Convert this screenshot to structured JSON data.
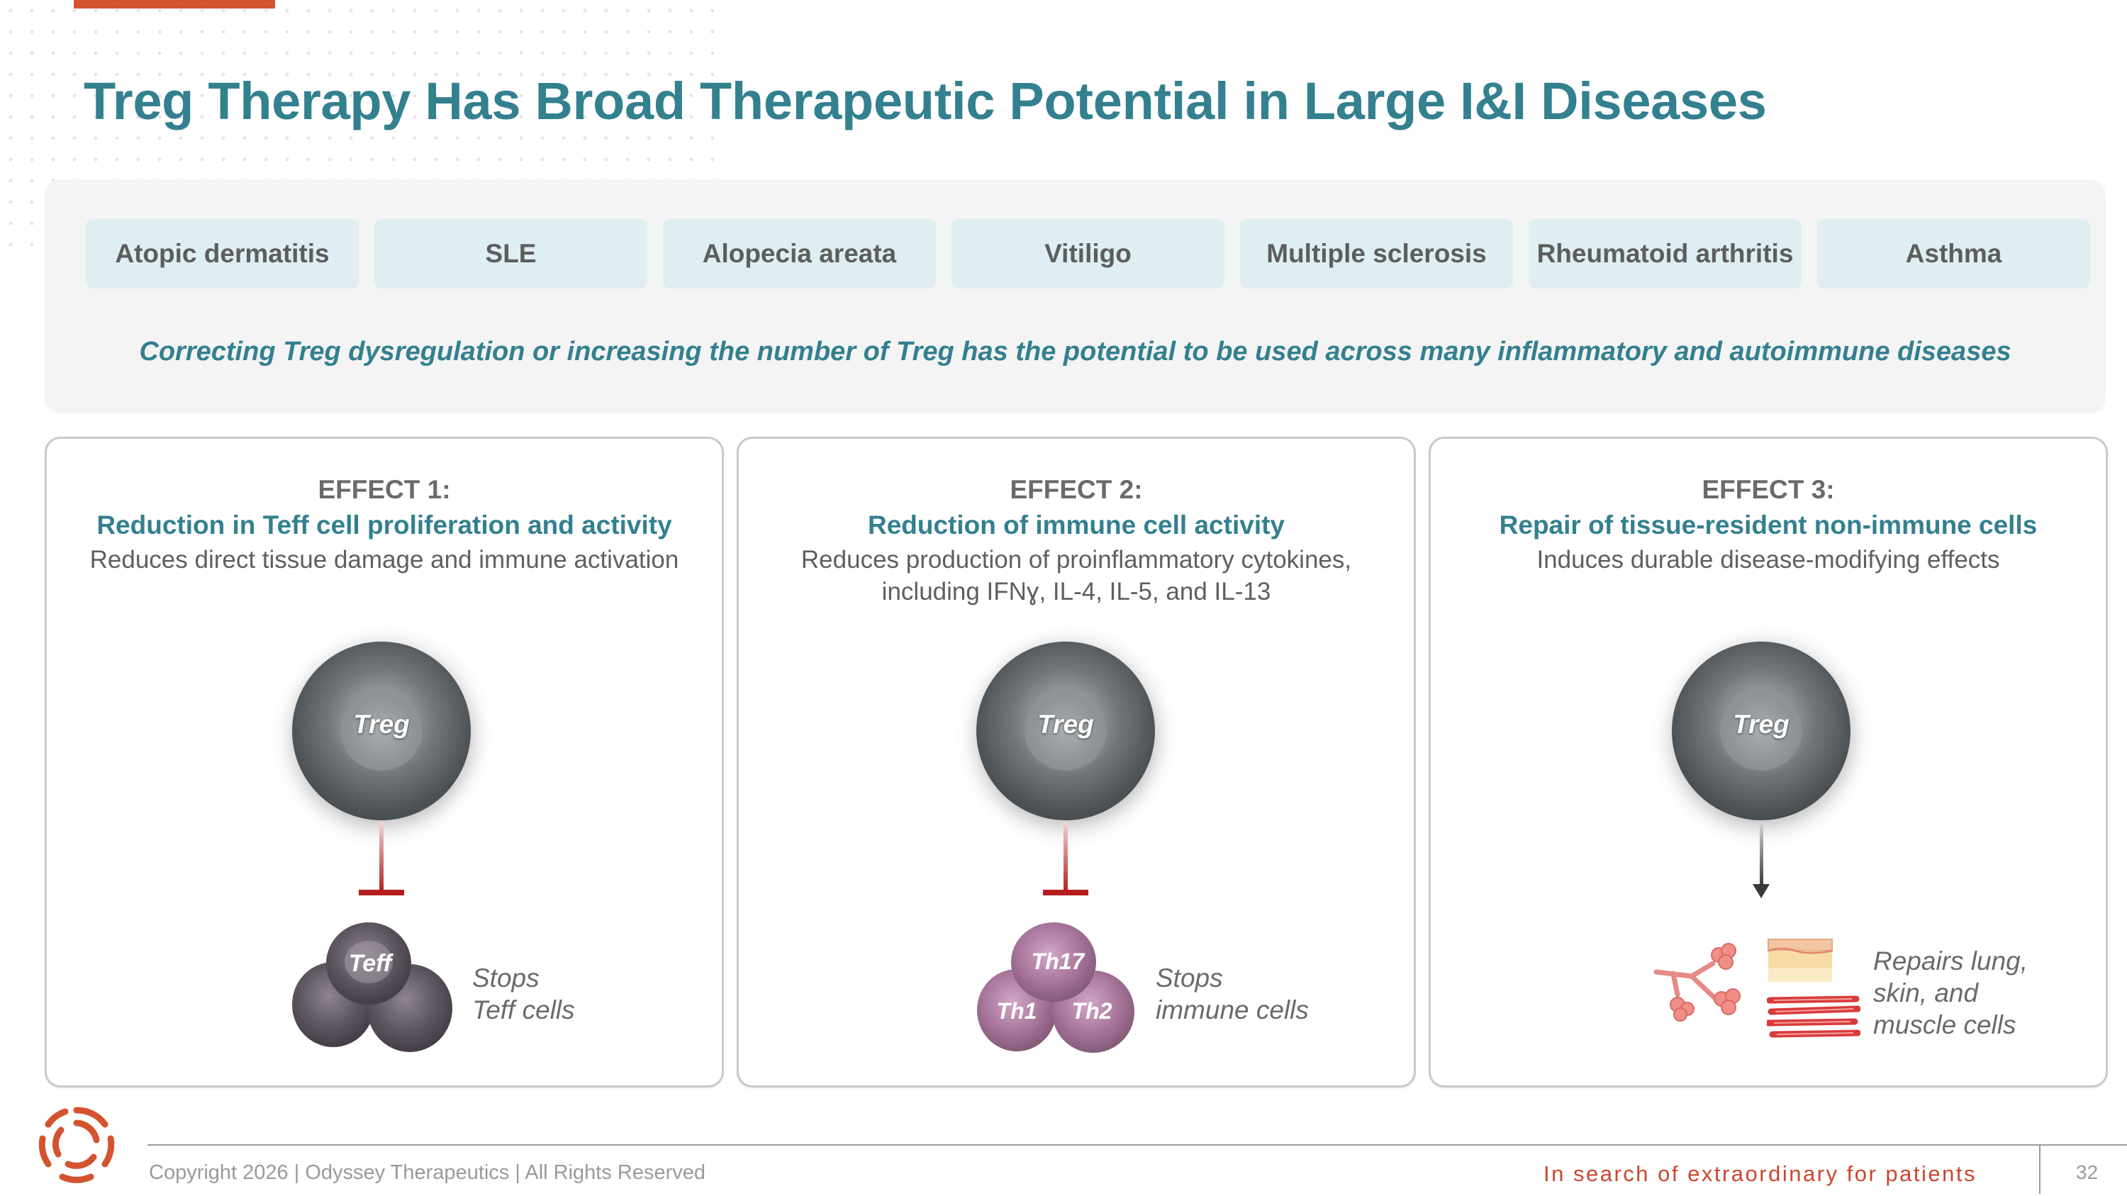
{
  "title": "Treg Therapy Has Broad Therapeutic Potential in Large I&I Diseases",
  "diseases": [
    "Atopic dermatitis",
    "SLE",
    "Alopecia areata",
    "Vitiligo",
    "Multiple sclerosis",
    "Rheumatoid arthritis",
    "Asthma"
  ],
  "tagline": "Correcting Treg dysregulation or increasing the number of Treg has the potential to be used across many inflammatory and autoimmune diseases",
  "effects": [
    {
      "number": "EFFECT 1:",
      "title": "Reduction in Teff cell proliferation and activity",
      "desc_lines": [
        "Reduces direct tissue damage and immune activation"
      ],
      "cell_label": "Treg",
      "target_labels": [
        "Teff"
      ],
      "outcome_lines": [
        "Stops",
        "Teff cells"
      ]
    },
    {
      "number": "EFFECT 2:",
      "title": "Reduction of immune cell activity",
      "desc_lines": [
        "Reduces production of proinflammatory cytokines,",
        "including IFNɣ, IL-4, IL-5, and IL-13"
      ],
      "cell_label": "Treg",
      "target_labels": [
        "Th17",
        "Th1",
        "Th2"
      ],
      "outcome_lines": [
        "Stops",
        "immune cells"
      ]
    },
    {
      "number": "EFFECT 3:",
      "title": "Repair of tissue-resident non-immune cells",
      "desc_lines": [
        "Induces durable disease-modifying effects"
      ],
      "cell_label": "Treg",
      "outcome_lines": [
        "Repairs lung,",
        "skin, and",
        "muscle cells"
      ]
    }
  ],
  "footer": {
    "copyright": "Copyright 2026  |  Odyssey Therapeutics  |  All Rights Reserved",
    "tagline": "In search of extraordinary for patients",
    "page": "32"
  },
  "colors": {
    "title_teal": "#33808f",
    "accent_orange": "#d4532f",
    "pill_bg": "#dfeef2",
    "inhibit_red": "#b51c1c"
  },
  "icons": [
    "treg-cell-icon",
    "teff-cell-cluster-icon",
    "th-cell-cluster-icon",
    "lung-icon",
    "skin-icon",
    "muscle-icon",
    "odyssey-logo-icon"
  ]
}
